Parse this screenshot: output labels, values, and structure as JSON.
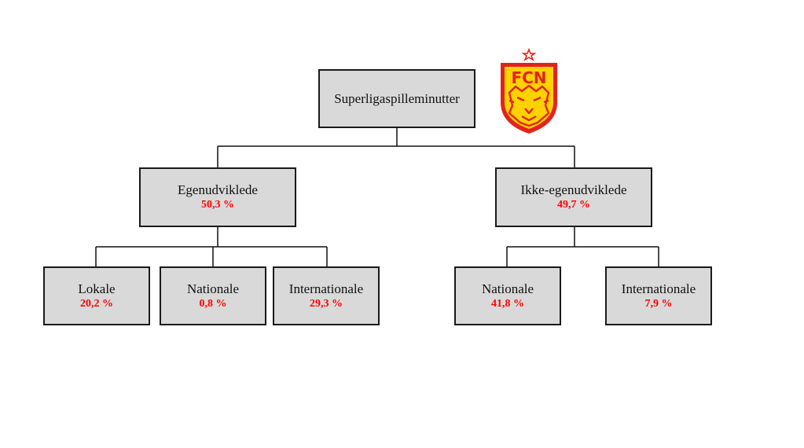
{
  "root": {
    "label": "Superligaspilleminutter"
  },
  "level1": [
    {
      "label": "Egenudviklede",
      "value": "50,3 %"
    },
    {
      "label": "Ikke-egenudviklede",
      "value": "49,7 %"
    }
  ],
  "level2": [
    {
      "label": "Lokale",
      "value": "20,2 %"
    },
    {
      "label": "Nationale",
      "value": "0,8 %"
    },
    {
      "label": "Internationale",
      "value": "29,3 %"
    },
    {
      "label": "Nationale",
      "value": "41,8 %"
    },
    {
      "label": "Internationale",
      "value": "7,9 %"
    }
  ],
  "logo": {
    "text": "FCN",
    "colors": {
      "primary": "#e3231b",
      "secondary": "#ffd200"
    }
  },
  "colors": {
    "box_fill": "#d9d9d9",
    "border": "#1a1a1a",
    "value_text": "#ff0000"
  }
}
